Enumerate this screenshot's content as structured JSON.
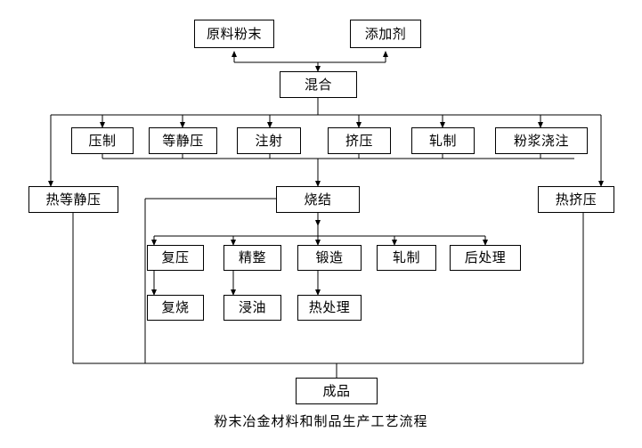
{
  "diagram": {
    "caption": "粉末冶金材料和制品生产工艺流程",
    "line_color": "#000000",
    "box_fill": "#ffffff",
    "text_color": "#000000",
    "nodes": {
      "raw_powder": "原料粉末",
      "additive": "添加剂",
      "mixing": "混合",
      "pressing": "压制",
      "isostatic_pressing": "等静压",
      "injection": "注射",
      "extrusion": "挤压",
      "rolling": "轧制",
      "slip_casting": "粉浆浇注",
      "hot_isostatic_pressing": "热等静压",
      "sintering": "烧结",
      "hot_extrusion": "热挤压",
      "repressing": "复压",
      "sizing": "精整",
      "forging": "锻造",
      "rolling2": "轧制",
      "post_treatment": "后处理",
      "resintering": "复烧",
      "oil_impregnation": "浸油",
      "heat_treatment": "热处理",
      "finished_product": "成品"
    },
    "tiers": [
      {
        "name": "materials",
        "labels": [
          "原料粉末",
          "添加剂"
        ]
      },
      {
        "name": "mixing",
        "labels": [
          "混合"
        ]
      },
      {
        "name": "forming-methods",
        "labels": [
          "压制",
          "等静压",
          "注射",
          "挤压",
          "轧制",
          "粉浆浇注"
        ]
      },
      {
        "name": "consolidation",
        "labels": [
          "热等静压",
          "烧结",
          "热挤压"
        ]
      },
      {
        "name": "secondary-operations",
        "labels": [
          "复压",
          "精整",
          "锻造",
          "轧制",
          "后处理"
        ]
      },
      {
        "name": "finishing-operations",
        "labels": [
          "复烧",
          "浸油",
          "热处理"
        ]
      },
      {
        "name": "output",
        "labels": [
          "成品"
        ]
      }
    ]
  }
}
